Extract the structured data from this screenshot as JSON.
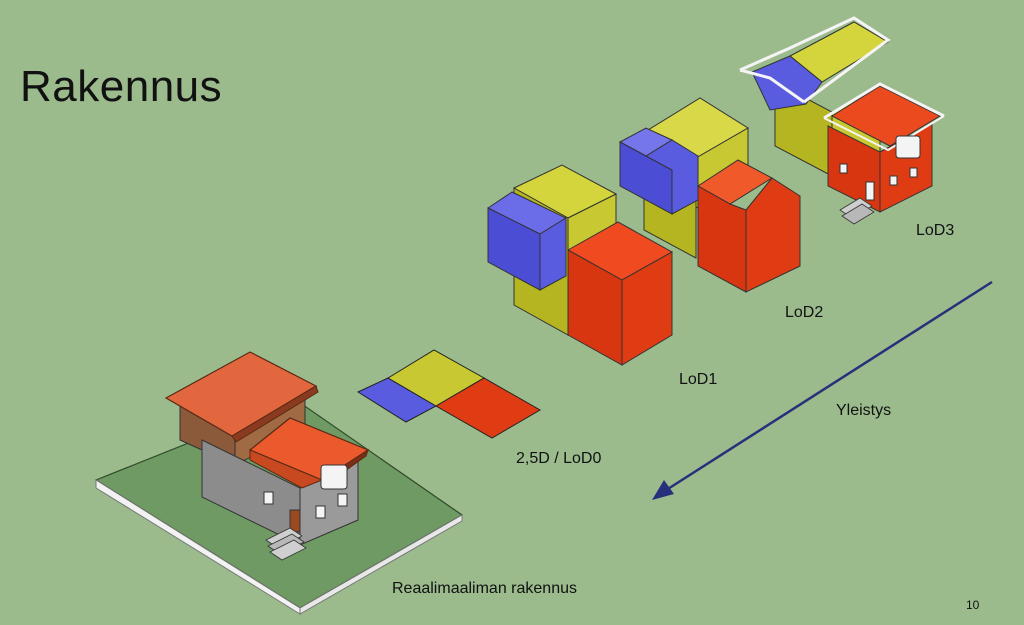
{
  "slide": {
    "title": "Rakennus",
    "page_number": "10"
  },
  "labels": {
    "real_building": "Reaalimaaliman rakennus",
    "lod0": "2,5D / LoD0",
    "lod1": "LoD1",
    "lod2": "LoD2",
    "lod3": "LoD3",
    "generalization": "Yleistys"
  },
  "colors": {
    "background": "#9bbb8d",
    "blue": "#5a5ce0",
    "yellow": "#c8c832",
    "red": "#e03c14",
    "arrow": "#27307a"
  }
}
